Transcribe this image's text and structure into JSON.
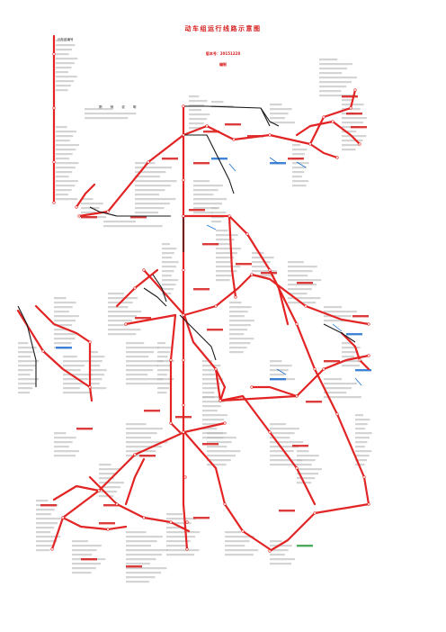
{
  "map": {
    "title": "动车组运行线路示意图",
    "version": "版本号：20151228",
    "editor": "编制",
    "legend": {
      "title": "动车组编号",
      "note": "图 例 说 明"
    }
  },
  "colors": {
    "high_speed_line": "#e32424",
    "conventional_line": "#1a1a1a",
    "station_text": "#555555",
    "accent_text": "#d61a1a",
    "note_text": "#1f6fd0",
    "green_text": "#2e9e3e"
  }
}
